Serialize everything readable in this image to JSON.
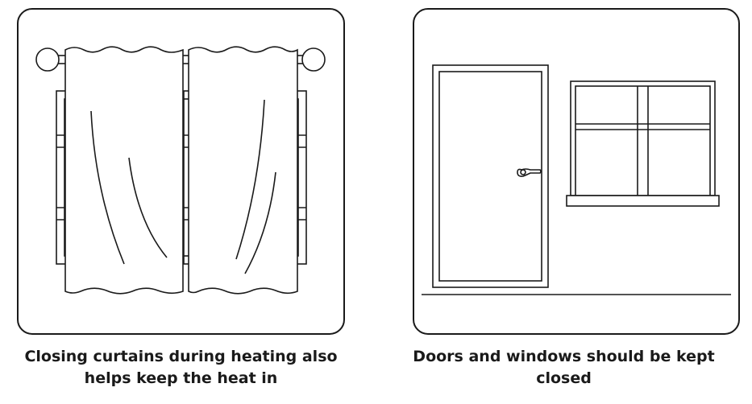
{
  "panels": [
    {
      "illustration": "curtains-drawn-over-window",
      "caption_line1": "Closing curtains during heating also",
      "caption_line2": "helps keep the heat in"
    },
    {
      "illustration": "closed-door-and-window",
      "caption_line1": "Doors and windows should be kept",
      "caption_line2": "closed"
    }
  ],
  "colors": {
    "stroke": "#1a1a1a",
    "background": "#ffffff"
  }
}
